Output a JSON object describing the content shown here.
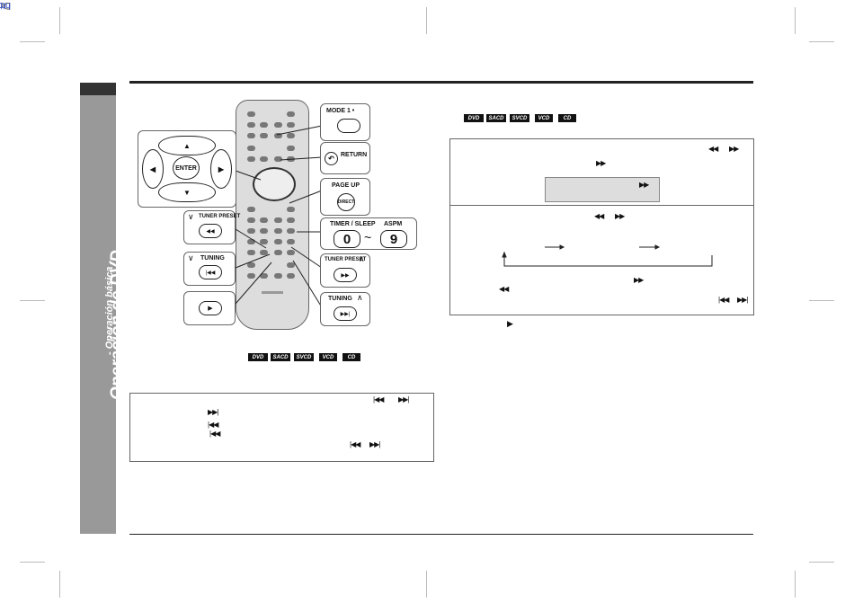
{
  "watermark": {
    "prefix": "Downloaded from: ",
    "url": "http://www.usersmanualguide.com/"
  },
  "sidebar": {
    "title": "Operación de DVD",
    "subtitle": "- Operación básica -"
  },
  "remote_callouts": {
    "mode": "MODE 1 •",
    "return": "RETURN",
    "page_up": "PAGE UP",
    "direct": "DIRECT",
    "enter": "ENTER",
    "timer_sleep": "TIMER / SLEEP",
    "aspm": "ASPM",
    "zero": "0",
    "tilde": "~",
    "nine": "9",
    "tuner_preset_left": "TUNER PRESET",
    "tuning_left": "TUNING",
    "tuner_preset_right": "TUNER PRESET",
    "tuning_right": "TUNING"
  },
  "disc_badges": [
    "DVD",
    "SACD",
    "SVCD",
    "VCD",
    "CD"
  ],
  "icons": {
    "rewind": "◀◀",
    "forward": "▶▶",
    "prev": "|◀◀",
    "next": "▶▶|",
    "play": "▶",
    "up": "▲",
    "down": "▼",
    "left": "◀",
    "right": "▶"
  }
}
